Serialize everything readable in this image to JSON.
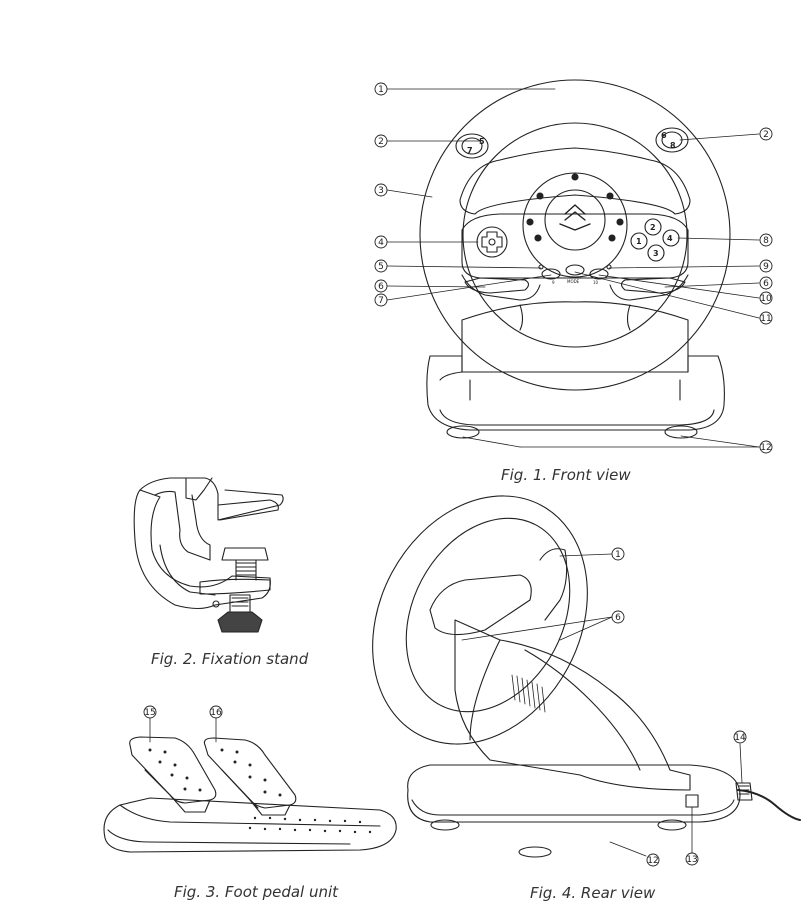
{
  "figures": {
    "fig1": {
      "caption": "Fig. 1. Front view"
    },
    "fig2": {
      "caption": "Fig. 2. Fixation stand"
    },
    "fig3": {
      "caption": "Fig. 3. Foot pedal unit"
    },
    "fig4": {
      "caption": "Fig. 4. Rear view"
    }
  },
  "fig1_callouts": [
    "1",
    "2",
    "3",
    "4",
    "5",
    "6",
    "7",
    "2",
    "8",
    "9",
    "6",
    "10",
    "11",
    "12"
  ],
  "fig3_callouts": [
    "15",
    "16"
  ],
  "fig4_callouts": [
    "1",
    "6",
    "14",
    "13",
    "12"
  ],
  "wheel_buttons": {
    "b5": "5",
    "b7": "7",
    "b6": "6",
    "b8": "8",
    "b1": "1",
    "b2": "2",
    "b3": "3",
    "b4": "4",
    "select": "9",
    "start": "10",
    "mode": "MODE"
  }
}
